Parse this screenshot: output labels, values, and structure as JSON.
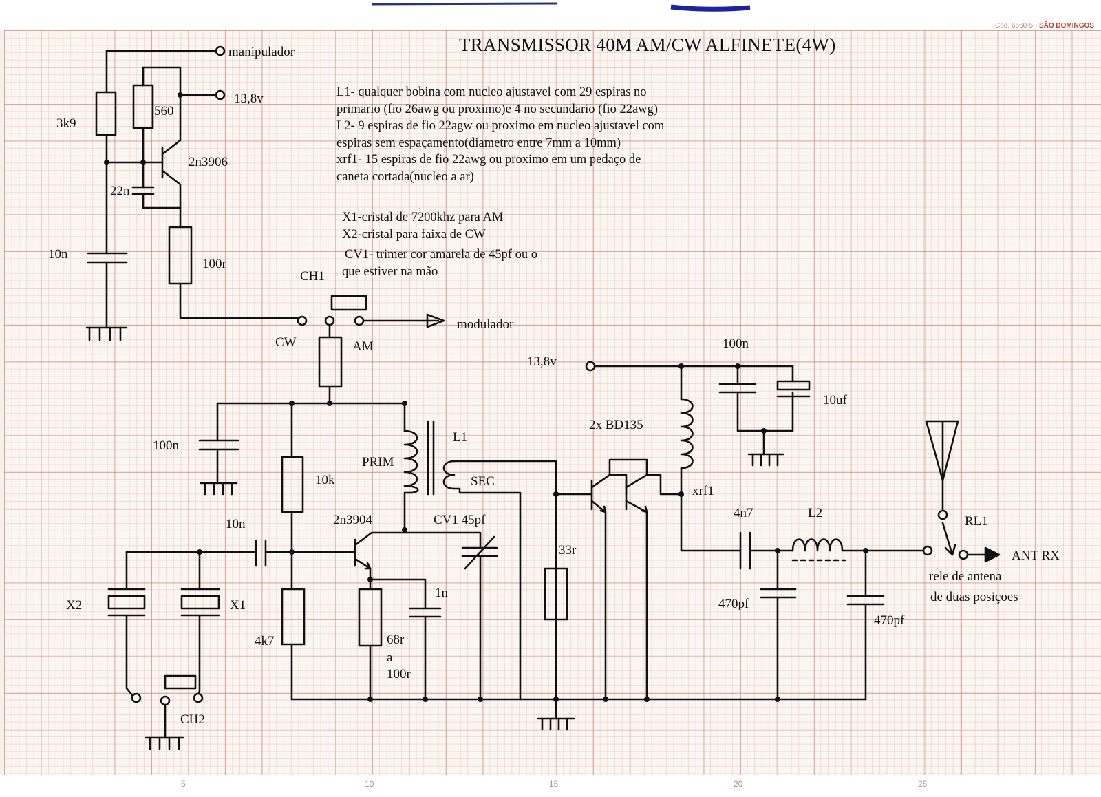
{
  "title": "TRANSMISSOR 40M AM/CW ALFINETE(4W)",
  "sheet_code": {
    "prefix": "Cod. 6660-5 -",
    "brand": "SÃO DOMINGOS"
  },
  "notes": [
    "L1- qualquer bobina com nucleo ajustavel com 29 espiras no",
    "primario (fio 26awg ou proximo)e 4 no secundario (fio  22awg)",
    "L2- 9 espiras de fio 22agw ou proximo em nucleo ajustavel com",
    "espiras sem espaçamento(diametro entre 7mm a 10mm)",
    "xrf1- 15 espiras de fio 22awg ou proximo em um pedaço de",
    "caneta cortada(nucleo a ar)"
  ],
  "crystal_notes": [
    "X1-cristal de 7200khz para AM",
    "X2-cristal para faixa de CW"
  ],
  "cv_notes": [
    "CV1- trimer cor amarela de 45pf ou o",
    "que estiver na mão"
  ],
  "labels": {
    "manipulador": "manipulador",
    "v138_top": "13,8v",
    "r3k9": "3k9",
    "r560": "560",
    "q2n3906": "2n3906",
    "c22n": "22n",
    "c10n_top": "10n",
    "r100r": "100r",
    "ch1": "CH1",
    "cw": "CW",
    "am": "AM",
    "modulador": "modulador",
    "v138_mid": "13,8v",
    "c100n_top": "100n",
    "c10uf": "10uf",
    "bd135": "2x BD135",
    "c100n_left": "100n",
    "l1": "L1",
    "prim": "PRIM",
    "sec": "SEC",
    "r10k": "10k",
    "xrf1": "xrf1",
    "c10n_mid": "10n",
    "q2n3904": "2n3904",
    "cv1": "CV1 45pf",
    "c4n7": "4n7",
    "l2": "L2",
    "rl1": "RL1",
    "ant_rx": "ANT RX",
    "r33r": "33r",
    "c1n": "1n",
    "x2": "X2",
    "x1": "X1",
    "c470pf_1": "470pf",
    "c470pf_2": "470pf",
    "relay_desc_1": "rele de antena",
    "relay_desc_2": "de duas posiçoes",
    "r4k7": "4k7",
    "r68r": "68r",
    "r68r_a": "a",
    "r68r_100": "100r",
    "ch2": "CH2"
  },
  "scale_marks": [
    "5",
    "10",
    "15",
    "20",
    "25"
  ],
  "colors": {
    "ink": "#111111",
    "grid_major": "#c4786e",
    "grid_minor": "#d6a096",
    "paper": "#fbf6f2"
  }
}
